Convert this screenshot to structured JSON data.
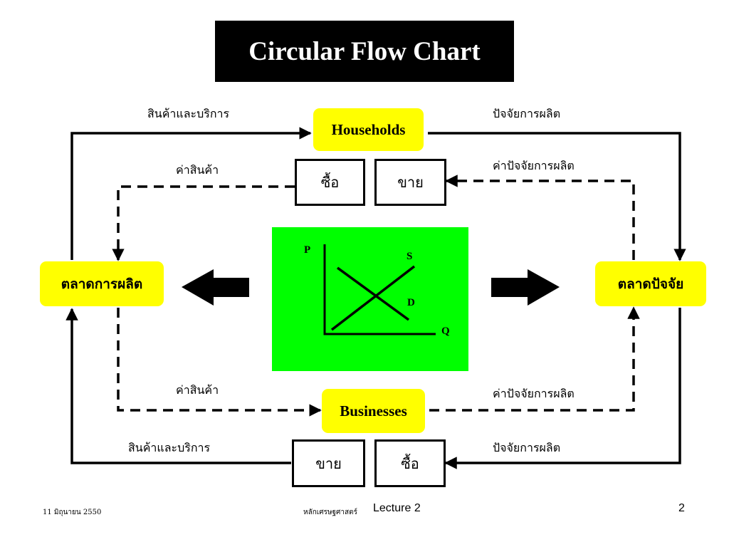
{
  "slide": {
    "title": "Circular Flow Chart"
  },
  "nodes": {
    "households": "Households",
    "businesses": "Businesses",
    "product_market": "ตลาดการผลิต",
    "factor_market": "ตลาดปัจจัย"
  },
  "boxes": {
    "top_buy": "ซื้อ",
    "top_sell": "ขาย",
    "bottom_sell": "ขาย",
    "bottom_buy": "ซื้อ"
  },
  "labels": {
    "top_left_goods": "สินค้าและบริการ",
    "top_right_factors": "ปัจจัยการผลิต",
    "top_left_payment": "ค่าสินค้า",
    "top_right_payment": "ค่าปัจจัยการผลิต",
    "bottom_left_payment": "ค่าสินค้า",
    "bottom_right_payment": "ค่าปัจจัยการผลิต",
    "bottom_left_goods": "สินค้าและบริการ",
    "bottom_right_factors": "ปัจจัยการผลิต"
  },
  "graph": {
    "p": "P",
    "q": "Q",
    "s": "S",
    "d": "D",
    "background": "#00ff00"
  },
  "footer": {
    "date": "11 มิถุนายน 2550",
    "course": "หลักเศรษฐศาสตร์",
    "lecture": "Lecture 2",
    "page": "2"
  },
  "colors": {
    "highlight": "#ffff00",
    "title_bg": "#000000"
  }
}
